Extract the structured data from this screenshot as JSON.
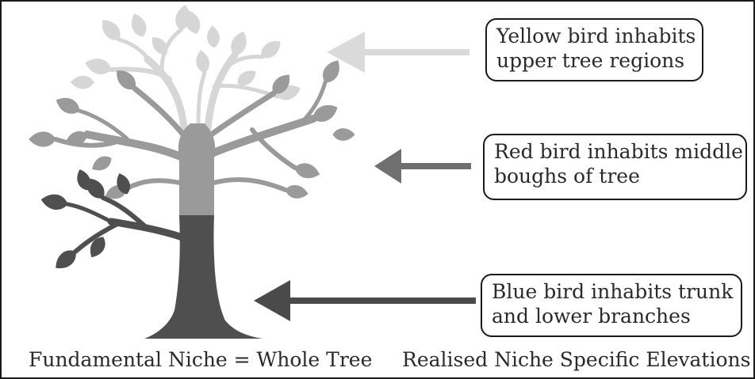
{
  "callouts": {
    "upper": {
      "line1": "Yellow bird inhabits",
      "line2": "upper tree regions"
    },
    "middle": {
      "line1": "Red bird inhabits middle",
      "line2": "boughs of tree"
    },
    "lower": {
      "line1": "Blue bird inhabits trunk",
      "line2": "and lower branches"
    }
  },
  "captions": {
    "fundamental": "Fundamental Niche = Whole Tree",
    "realised": "Realised Niche Specific Elevations"
  },
  "colors": {
    "upper_region": "#d6d6d6",
    "middle_region": "#9a9a9a",
    "lower_region": "#4f4f4f",
    "upper_arrow": "#dadada",
    "middle_arrow": "#707070",
    "lower_arrow": "#4a4a4a",
    "outline": "#1a1a1a"
  }
}
